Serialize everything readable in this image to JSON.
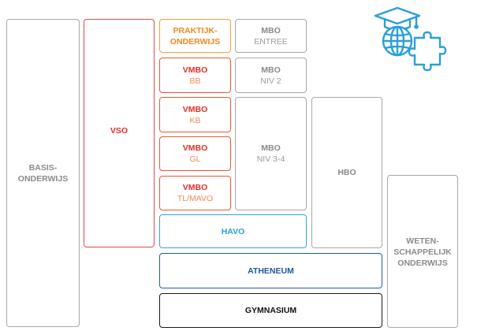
{
  "boxes": {
    "basis": {
      "line1": "BASIS-",
      "line2": "ONDERWIJS"
    },
    "vso": {
      "line1": "VSO"
    },
    "praktijk": {
      "line1": "PRAKTIJK-",
      "line2": "ONDERWIJS"
    },
    "mbo_entree": {
      "line1": "MBO",
      "line2": "ENTREE"
    },
    "vmbo_bb": {
      "line1": "VMBO",
      "line2": "BB"
    },
    "mbo_niv2": {
      "line1": "MBO",
      "line2": "NIV 2"
    },
    "vmbo_kb": {
      "line1": "VMBO",
      "line2": "KB"
    },
    "vmbo_gl": {
      "line1": "VMBO",
      "line2": "GL"
    },
    "vmbo_tl": {
      "line1": "VMBO",
      "line2": "TL/MAVO"
    },
    "mbo_niv34": {
      "line1": "MBO",
      "line2": "NIV 3-4"
    },
    "hbo": {
      "line1": "HBO"
    },
    "havo": {
      "line1": "HAVO"
    },
    "atheneum": {
      "line1": "ATHENEUM"
    },
    "gymnasium": {
      "line1": "GYMNASIUM"
    },
    "wo": {
      "line1": "WETEN-",
      "line2": "SCHAPPELIJK",
      "line3": "ONDERWIJS"
    }
  },
  "icons": {
    "logo": "graduation-cap-globe-puzzle-icon"
  },
  "colors": {
    "grey": "#a8a8a8",
    "red": "#e0302c",
    "orange": "#e55a34",
    "praktijk": "#ee8a22",
    "havo": "#2a9fd6",
    "atheneum": "#1c57a0",
    "gymnasium": "#111111",
    "logo": "#2b9fd8"
  }
}
